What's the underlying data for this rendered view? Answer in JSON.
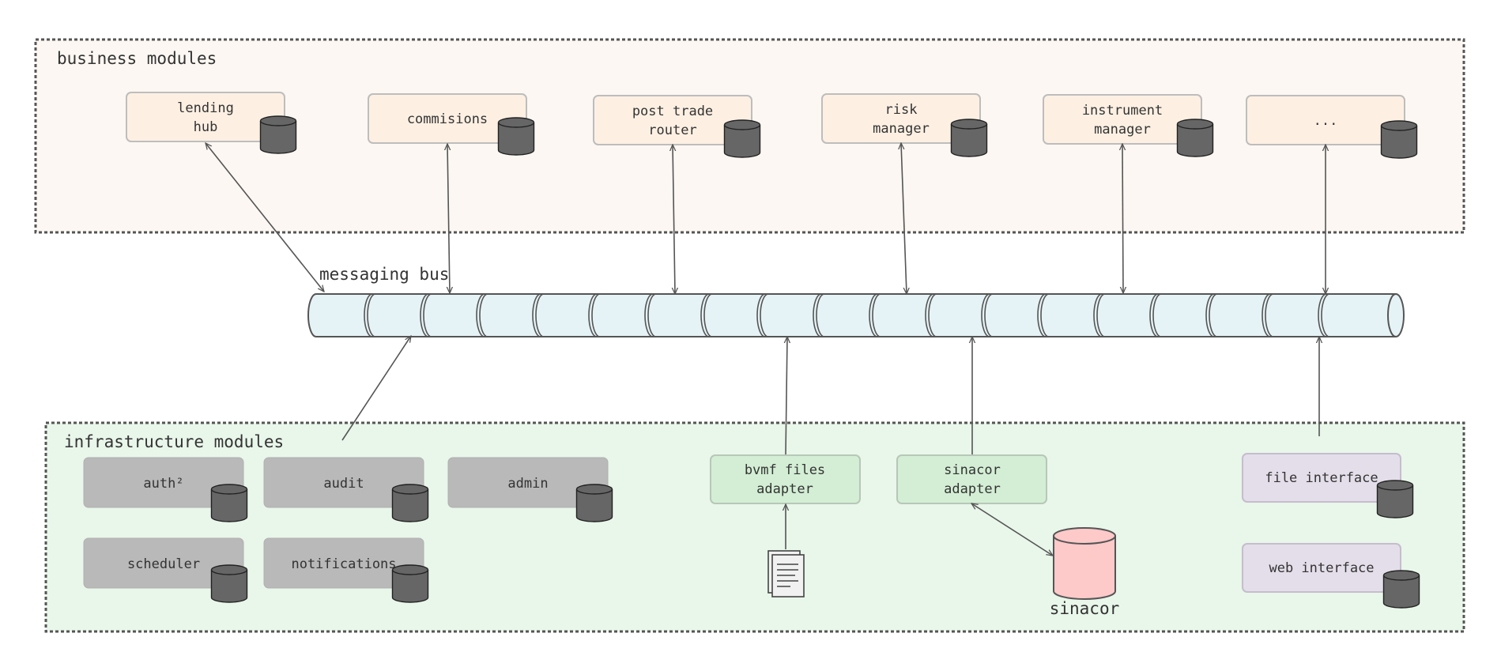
{
  "groups": {
    "business": {
      "label": "business modules",
      "fill": "#fcf7f2"
    },
    "infrastructure": {
      "label": "infrastructure modules",
      "fill": "#e9f6ea"
    }
  },
  "bus": {
    "label": "messaging bus",
    "fill": "#e6f3f6"
  },
  "business_modules": [
    {
      "lines": [
        "lending",
        "hub"
      ]
    },
    {
      "lines": [
        "commisions"
      ]
    },
    {
      "lines": [
        "post trade",
        "router"
      ]
    },
    {
      "lines": [
        "risk",
        "manager"
      ]
    },
    {
      "lines": [
        "instrument",
        "manager"
      ]
    },
    {
      "lines": [
        "..."
      ]
    }
  ],
  "infra_modules": [
    {
      "lines": [
        "auth²"
      ]
    },
    {
      "lines": [
        "audit"
      ]
    },
    {
      "lines": [
        "admin"
      ]
    },
    {
      "lines": [
        "scheduler"
      ]
    },
    {
      "lines": [
        "notifications"
      ]
    }
  ],
  "adapters": [
    {
      "lines": [
        "bvmf files",
        "adapter"
      ]
    },
    {
      "lines": [
        "sinacor",
        "adapter"
      ]
    }
  ],
  "interfaces": [
    {
      "lines": [
        "file interface"
      ]
    },
    {
      "lines": [
        "web interface"
      ]
    }
  ],
  "external_db": {
    "label": "sinacor",
    "fill": "#fdc9c9"
  },
  "colors": {
    "business_box": "#fdf0e3",
    "infra_box": "#b9b9b9",
    "adapter_box": "#d3eed4",
    "interface_box": "#e4deea",
    "db_icon": "#666666"
  },
  "icons": [
    "database-icon",
    "document-icon"
  ]
}
